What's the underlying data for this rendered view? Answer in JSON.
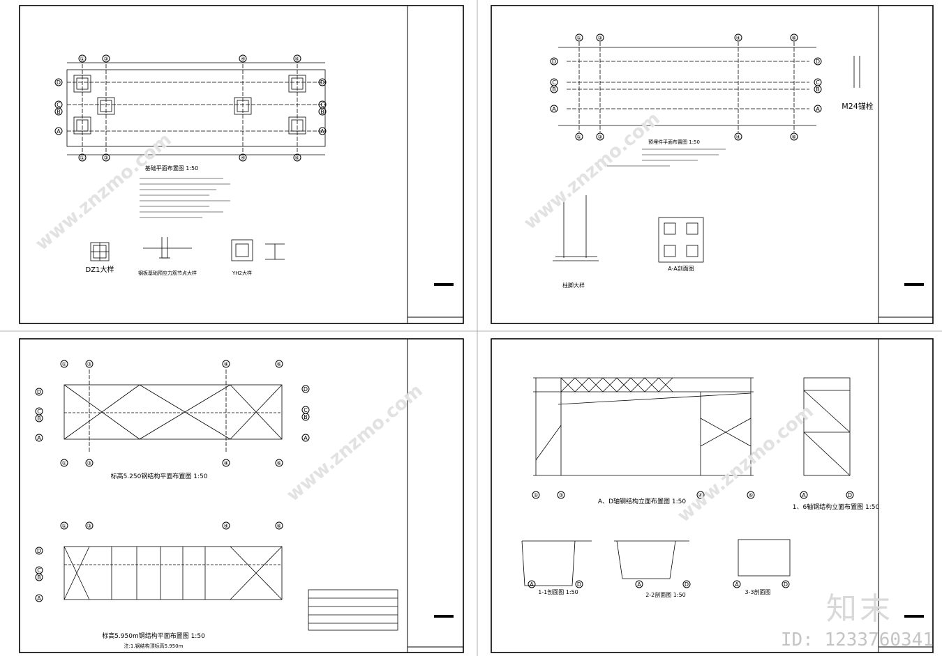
{
  "sheet1": {
    "plan_title": "基础平面布置图 1:50",
    "detail_dz1": "DZ1大样",
    "detail_section": "钢板基础预应力筋节点大样",
    "detail_yh": "YH2大样",
    "axis_top": [
      "①",
      "③",
      "④",
      "⑥"
    ],
    "axis_side_left": [
      "D",
      "C",
      "B",
      "A"
    ],
    "axis_side_right": [
      "D",
      "C",
      "B",
      "A"
    ]
  },
  "sheet2": {
    "plan_title": "预埋件平面布置图 1:50",
    "bolt_label": "M24锚栓",
    "detail_column": "柱脚大样",
    "detail_section": "A-A剖面图",
    "axis_top": [
      "①",
      "③",
      "④",
      "⑥"
    ],
    "axis_side_left": [
      "D",
      "C",
      "B",
      "A"
    ],
    "axis_side_right": [
      "D",
      "C",
      "B",
      "A"
    ]
  },
  "sheet3": {
    "plan1_title": "标高5.250钢结构平面布置图 1:50",
    "plan2_title": "标高5.950m钢结构平面布置图 1:50",
    "plan2_note": "注:1.钢结构顶标高5.950m",
    "axis_top": [
      "①",
      "③",
      "④",
      "⑥"
    ],
    "axis_side": [
      "D",
      "C",
      "B",
      "A"
    ]
  },
  "sheet4": {
    "elev_main_title": "A、D轴钢结构立面布置图 1:50",
    "elev_side_title": "1、6轴钢结构立面布置图 1:50",
    "section1": "1-1剖面图 1:50",
    "section2": "2-2剖面图 1:50",
    "section3": "3-3剖面图",
    "axis_main": [
      "①",
      "③",
      "④",
      "⑥"
    ],
    "axis_side": [
      "A",
      "D"
    ]
  },
  "watermark": {
    "site": "www.znzmo.com",
    "brand": "知末",
    "id": "ID: 1233760341"
  }
}
